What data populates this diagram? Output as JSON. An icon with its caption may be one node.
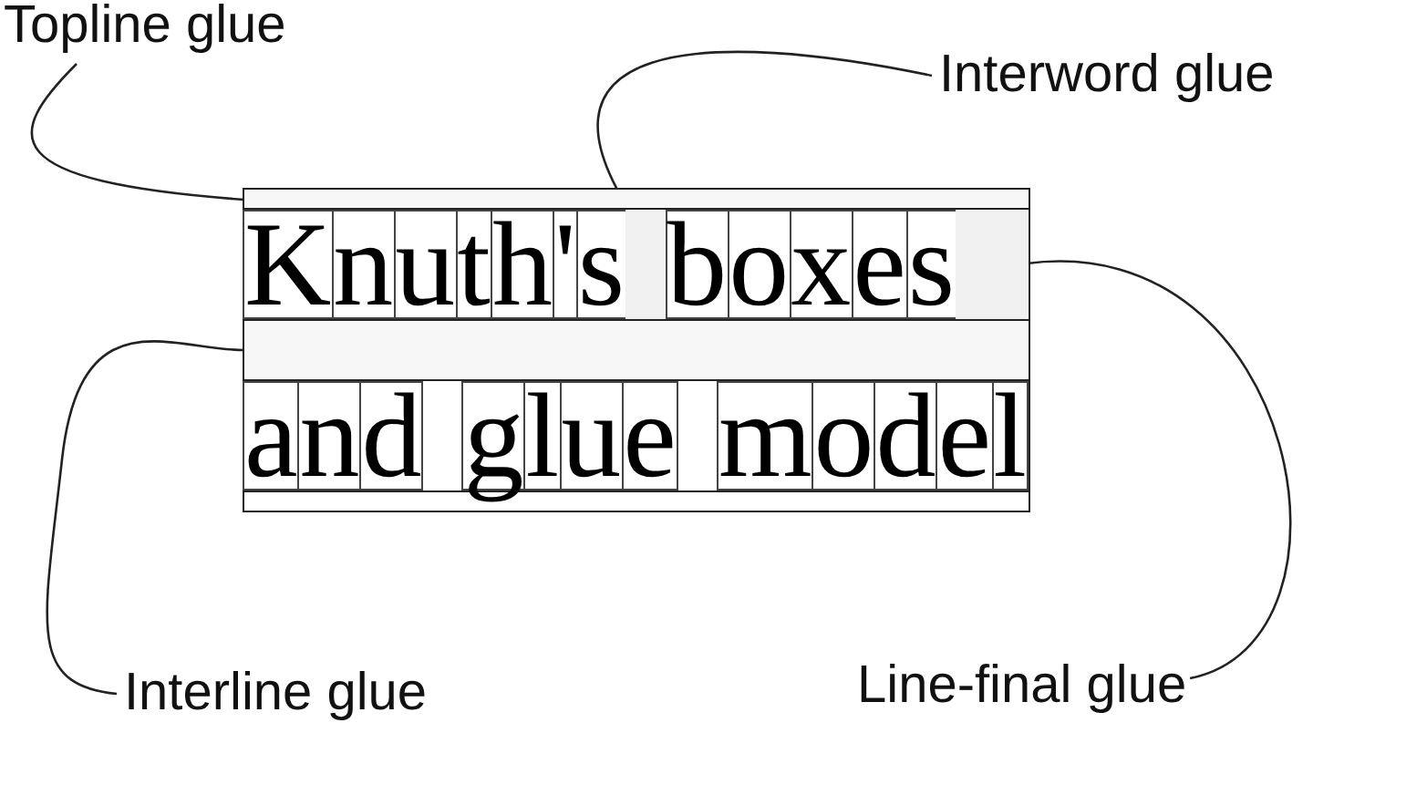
{
  "diagram": {
    "nodes": [
      {
        "text": [
          "Topline glue"
        ]
      },
      {
        "text": [
          "Interword glue"
        ]
      },
      {
        "text": [
          "Interline glue"
        ]
      },
      {
        "text": [
          "Line-final glue"
        ]
      },
      {
        "text": [
          "Knuth's boxes",
          "and glue model"
        ]
      },
      {
        "text": [],
        "shape": "bar",
        "in": 4
      },
      {
        "text": [],
        "shape": "box",
        "in": 4
      },
      {
        "text": [],
        "shape": "bar",
        "in": 4
      },
      {
        "text": [],
        "shape": "box",
        "in": 4
      }
    ],
    "edges": [
      {
        "from": 0,
        "to": 5,
        "arrow": "none"
      },
      {
        "from": 1,
        "to": 6,
        "arrow": "none"
      },
      {
        "from": 2,
        "to": 7,
        "arrow": "none"
      },
      {
        "from": 3,
        "to": 8,
        "arrow": "none"
      }
    ]
  }
}
